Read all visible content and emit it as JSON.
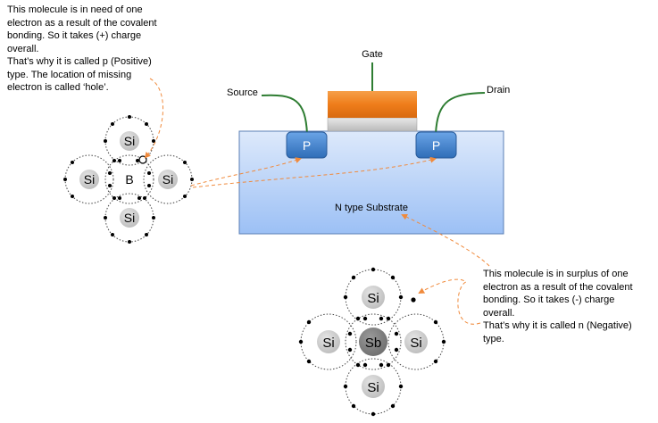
{
  "p_note": {
    "lines": [
      "This molecule is in need of one",
      "electron as a result of the covalent",
      "bonding. So it takes (+) charge",
      "overall.",
      "That’s why it is called p (Positive)",
      "type.  The  location of missing",
      "electron is called ‘hole’."
    ]
  },
  "n_note": {
    "lines": [
      "This molecule is in surplus of one",
      "electron as a result of the covalent",
      "bonding. So it takes (-) charge",
      "overall.",
      "That’s why it is called n (Negative)",
      "type."
    ]
  },
  "transistor": {
    "gate_label": "Gate",
    "source_label": "Source",
    "drain_label": "Drain",
    "substrate_label": "N type Substrate",
    "source_region_label": "P",
    "drain_region_label": "P",
    "substrate_color": "#b7d3fb",
    "gate_color": "#ef7d1a",
    "region_color": "#3f7fc8",
    "wire_color": "#2e7d32"
  },
  "p_molecule": {
    "center_atom": "B",
    "neighbor_atoms": [
      "Si",
      "Si",
      "Si",
      "Si"
    ]
  },
  "n_molecule": {
    "center_atom": "Sb",
    "neighbor_atoms": [
      "Si",
      "Si",
      "Si",
      "Si"
    ]
  },
  "arrow_color": "#f08a3c"
}
